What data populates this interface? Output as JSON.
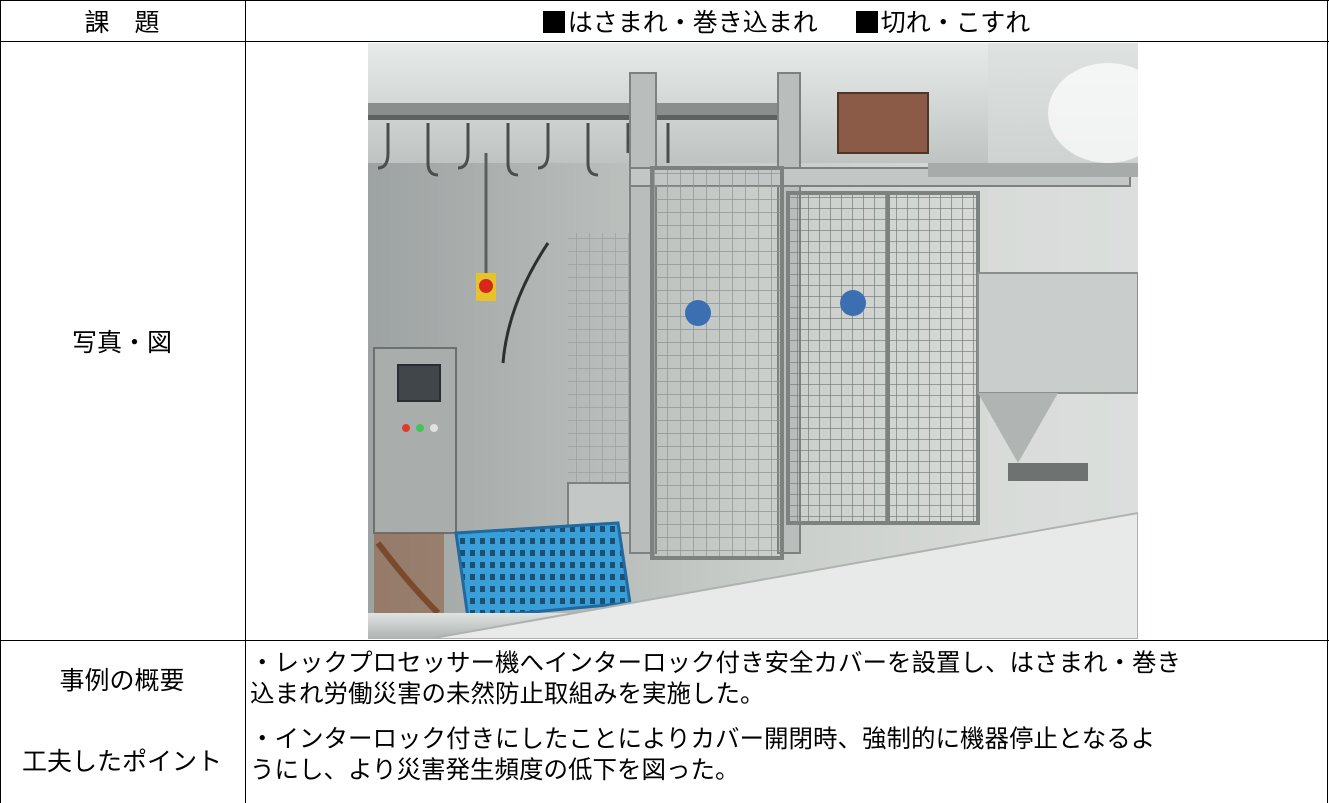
{
  "rows": {
    "topic": {
      "label": "課　題",
      "items": [
        "はさまれ・巻き込まれ",
        "切れ・こすれ"
      ]
    },
    "photo": {
      "label": "写真・図"
    },
    "summary": {
      "label": "事例の概要",
      "lines": [
        "・レックプロセッサー機へインターロック付き安全カバーを設置し、はさまれ・巻き",
        "込まれ労働災害の未然防止取組みを実施した。"
      ]
    },
    "points": {
      "label": "工夫したポイント",
      "lines": [
        "・インターロック付きにしたことによりカバー開閉時、強制的に機器停止となるよ",
        "うにし、より災害発生頻度の低下を図った。"
      ]
    }
  },
  "colors": {
    "border": "#000000",
    "basket": "#3a9fd8",
    "emergency_stop": "#d8261c",
    "machine_steel": "#b9bebd"
  }
}
